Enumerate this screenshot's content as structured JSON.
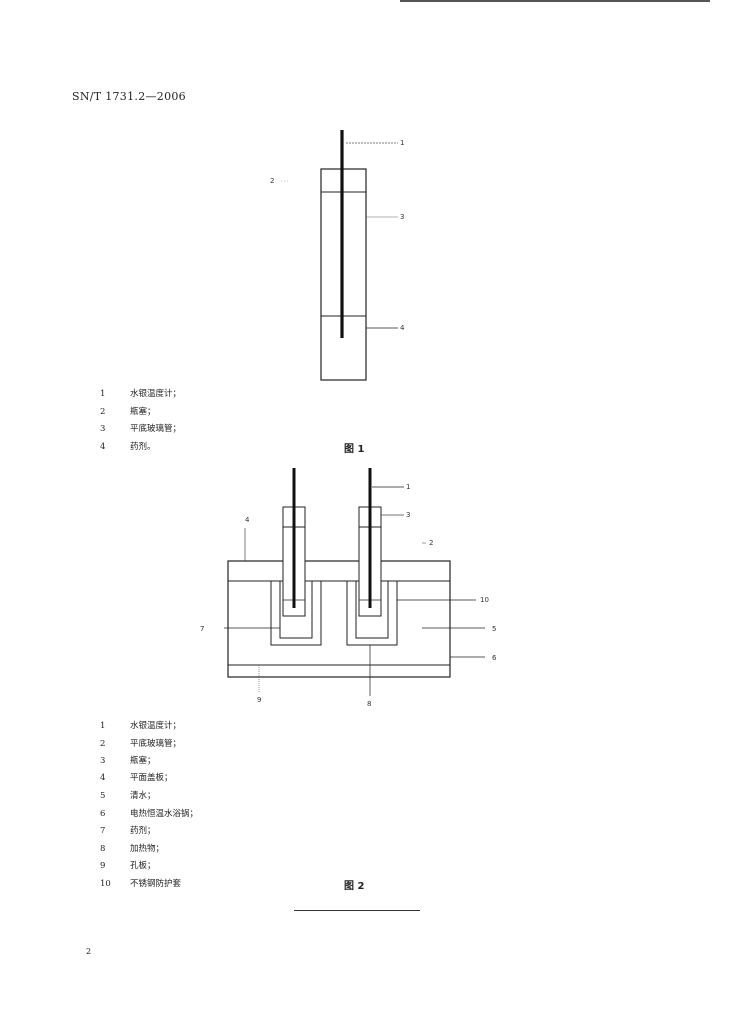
{
  "header": {
    "standard_code": "SN/T 1731.2—2006"
  },
  "figure1": {
    "caption": "图 1",
    "callouts": [
      "1",
      "2",
      "3",
      "4"
    ],
    "legend": [
      {
        "num": "1",
        "text": "水银温度计；"
      },
      {
        "num": "2",
        "text": "瓶塞；"
      },
      {
        "num": "3",
        "text": "平底玻璃管；"
      },
      {
        "num": "4",
        "text": "药剂。"
      }
    ]
  },
  "figure2": {
    "caption": "图 2",
    "callouts": [
      "1",
      "2",
      "3",
      "4",
      "5",
      "6",
      "7",
      "8",
      "9",
      "10"
    ],
    "legend": [
      {
        "num": "1",
        "text": "水银温度计；"
      },
      {
        "num": "2",
        "text": "平底玻璃管；"
      },
      {
        "num": "3",
        "text": "瓶塞；"
      },
      {
        "num": "4",
        "text": "平面盖板；"
      },
      {
        "num": "5",
        "text": "清水；"
      },
      {
        "num": "6",
        "text": "电热恒温水浴锅；"
      },
      {
        "num": "7",
        "text": "药剂；"
      },
      {
        "num": "8",
        "text": "加热物；"
      },
      {
        "num": "9",
        "text": "孔板；"
      },
      {
        "num": "10",
        "text": "不锈钢防护套"
      }
    ]
  },
  "footer": {
    "page_number": "2"
  }
}
